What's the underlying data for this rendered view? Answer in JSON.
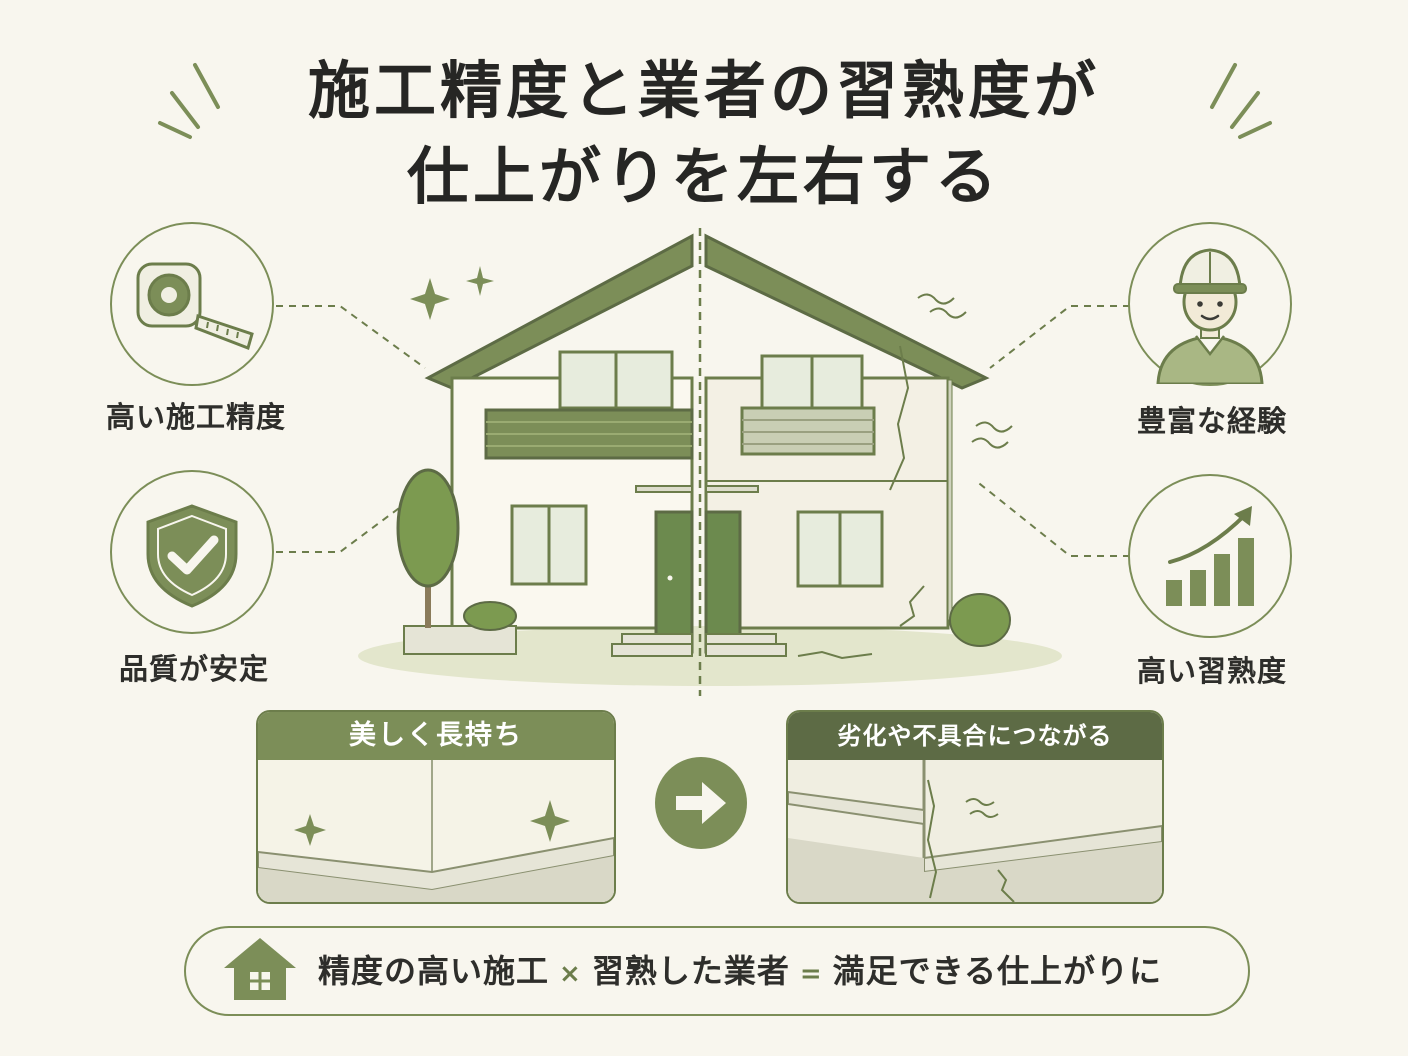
{
  "title": {
    "line1": "施工精度と業者の習熟度が",
    "line2": "仕上がりを左右する"
  },
  "features_left": [
    {
      "label": "高い施工精度",
      "icon": "tape-measure-icon"
    },
    {
      "label": "品質が安定",
      "icon": "shield-check-icon"
    }
  ],
  "features_right": [
    {
      "label": "豊富な経験",
      "icon": "worker-icon"
    },
    {
      "label": "高い習熟度",
      "icon": "growth-chart-icon"
    }
  ],
  "panels": {
    "good": {
      "label": "美しく長持ち",
      "color": "#7c8e58"
    },
    "bad": {
      "label": "劣化や不具合につながる",
      "color": "#5d6b45"
    }
  },
  "summary": {
    "part1": "精度の高い施工",
    "op1": "×",
    "part2": "習熟した業者",
    "op2": "=",
    "part3": "満足できる仕上がりに"
  },
  "colors": {
    "accent": "#7c8e58",
    "background": "#f8f6ee",
    "text": "#2b2b28"
  }
}
